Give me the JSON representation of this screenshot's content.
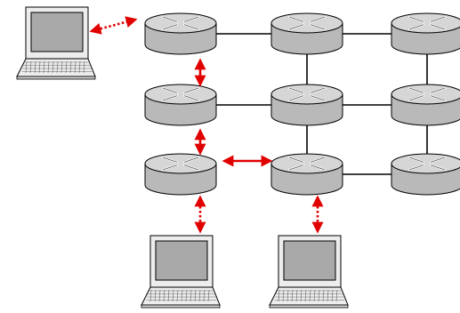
{
  "diagram": {
    "grid": {
      "rows": 3,
      "cols": 3
    },
    "routers": [
      {
        "id": "r11",
        "row": 1,
        "col": 1
      },
      {
        "id": "r12",
        "row": 1,
        "col": 2
      },
      {
        "id": "r13",
        "row": 1,
        "col": 3
      },
      {
        "id": "r21",
        "row": 2,
        "col": 1
      },
      {
        "id": "r22",
        "row": 2,
        "col": 2
      },
      {
        "id": "r23",
        "row": 2,
        "col": 3
      },
      {
        "id": "r31",
        "row": 3,
        "col": 1
      },
      {
        "id": "r32",
        "row": 3,
        "col": 2
      },
      {
        "id": "r33",
        "row": 3,
        "col": 3
      }
    ],
    "links": [
      {
        "from": "r11",
        "to": "r12",
        "style": "solid-black"
      },
      {
        "from": "r12",
        "to": "r13",
        "style": "solid-black"
      },
      {
        "from": "r21",
        "to": "r22",
        "style": "solid-black"
      },
      {
        "from": "r22",
        "to": "r23",
        "style": "solid-black"
      },
      {
        "from": "r32",
        "to": "r33",
        "style": "solid-black"
      },
      {
        "from": "r12",
        "to": "r22",
        "style": "solid-black"
      },
      {
        "from": "r13",
        "to": "r23",
        "style": "solid-black"
      },
      {
        "from": "r22",
        "to": "r32",
        "style": "solid-black"
      },
      {
        "from": "r23",
        "to": "r33",
        "style": "solid-black"
      }
    ],
    "laptops": [
      {
        "id": "laptop-a",
        "attached_to": "r11"
      },
      {
        "id": "laptop-b",
        "attached_to": "r31"
      },
      {
        "id": "laptop-c",
        "attached_to": "r32"
      }
    ],
    "arrows": [
      {
        "from": "laptop-a",
        "to": "r11",
        "style": "dotted"
      },
      {
        "from": "r11",
        "to": "r21",
        "style": "solid"
      },
      {
        "from": "r21",
        "to": "r31",
        "style": "solid"
      },
      {
        "from": "r31",
        "to": "r32",
        "style": "solid"
      },
      {
        "from": "r31",
        "to": "laptop-b",
        "style": "dotted"
      },
      {
        "from": "r32",
        "to": "laptop-c",
        "style": "dotted"
      }
    ],
    "colors": {
      "router_body": "#b9b9b9",
      "router_top": "#d6d6d6",
      "router_stroke": "#000000",
      "link": "#000000",
      "path_arrow": "#e00000",
      "laptop_screen": "#a9a9a9",
      "laptop_body": "#ededed"
    }
  }
}
